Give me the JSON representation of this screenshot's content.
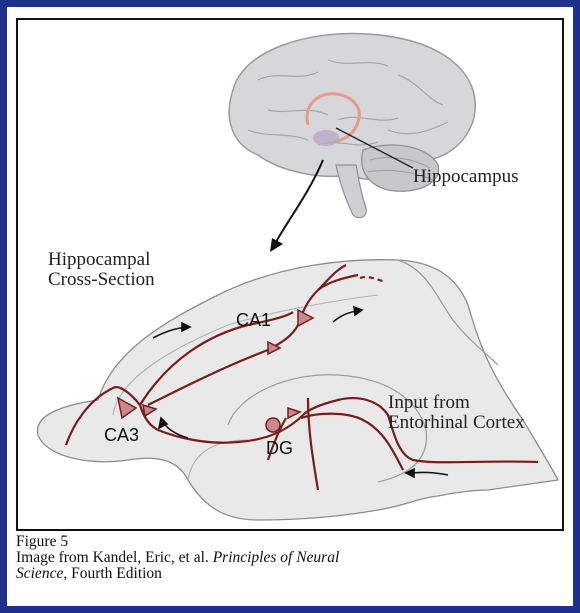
{
  "labels": {
    "hippocampus": "Hippocampus",
    "cross_section_line1": "Hippocampal",
    "cross_section_line2": "Cross-Section",
    "ca1": "CA1",
    "ca3": "CA3",
    "dg": "DG",
    "input_line1": "Input from",
    "input_line2": "Entorhinal Cortex"
  },
  "caption": {
    "figure": "Figure 5",
    "source_prefix": "Image from Kandel, Eric, et al. ",
    "book_title_part1": "Principles of Neural",
    "book_title_part2": "Science,",
    "edition": " Fourth Edition"
  },
  "colors": {
    "frame": "#1f2f8c",
    "pathway": "#7a1c1c",
    "neuron": "#c98a8f",
    "tissue": "#e7e7e8",
    "hippocampus_highlight": "#e59a8c"
  }
}
